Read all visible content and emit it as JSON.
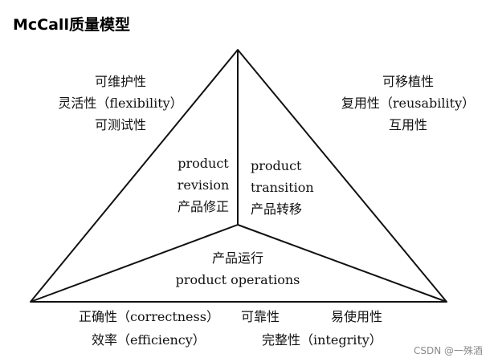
{
  "title": "McCall质量模型",
  "groups": {
    "revision_quality": [
      "可维护性",
      "灵活性（flexibility）",
      "可测试性"
    ],
    "transition_quality": [
      "可移植性",
      "复用性（reusability）",
      "互用性"
    ],
    "operations_quality_row1": [
      "正确性（correctness）",
      "可靠性",
      "易使用性"
    ],
    "operations_quality_row2": [
      "效率（efficiency）",
      "完整性（integrity）"
    ]
  },
  "faces": {
    "revision": [
      "product",
      "revision",
      "产品修正"
    ],
    "transition": [
      "product",
      "transition",
      "产品转移"
    ],
    "operations": [
      "产品运行",
      "product operations"
    ]
  },
  "watermark": "CSDN @一殊酒"
}
